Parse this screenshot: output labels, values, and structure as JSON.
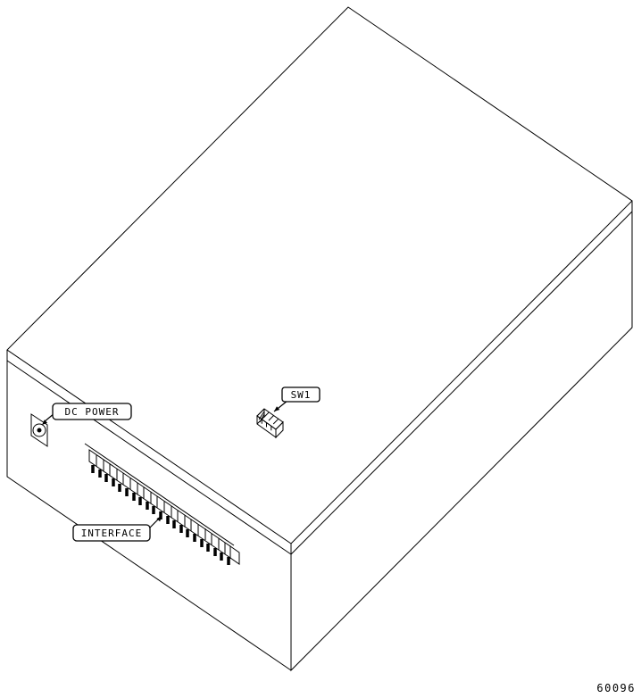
{
  "figure": {
    "number": "60096",
    "labels": {
      "dc_power": "DC POWER",
      "sw1": "SW1",
      "interface": "INTERFACE"
    },
    "parts": {
      "chassis": "equipment-enclosure",
      "dc_power": "dc-power-jack",
      "sw1": "dip-switch-block",
      "interface": "edge-interface-connector"
    },
    "colors": {
      "line": "#000000",
      "background": "#ffffff"
    }
  }
}
